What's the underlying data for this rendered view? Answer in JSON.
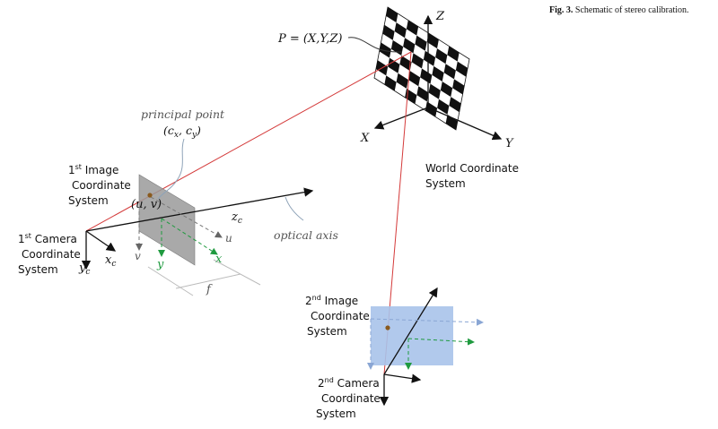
{
  "caption": {
    "prefix": "Fig. 3.",
    "text": " Schematic of stereo calibration."
  },
  "world": {
    "point_label": "P = (X,Y,Z)",
    "axis_z": "Z",
    "axis_x": "X",
    "axis_y": "Y",
    "label_line1": "World Coordinate",
    "label_line2": "System"
  },
  "principal_point": {
    "line1": "principal point",
    "line2": "(c_x, c_y)",
    "sym": "(",
    "c": "c",
    "x": "x",
    "comma": ", ",
    "y": "y",
    "close": ")"
  },
  "image1": {
    "sup": "st",
    "line1_num": "1",
    "line1_rest": " Image",
    "line2": "Coordinate",
    "line3": "System",
    "uv": "(u, v)",
    "u": "u",
    "v": "v",
    "x": "x",
    "y": "y",
    "f": "f"
  },
  "camera1": {
    "num": "1",
    "sup": "st",
    "rest": " Camera",
    "line2": "Coordinate",
    "line3": "System",
    "xc": "x",
    "yc": "y",
    "zc": "z",
    "sub_c": "c"
  },
  "optical_axis": "optical axis",
  "image2": {
    "num": "2",
    "sup": "nd",
    "rest": " Image",
    "line2": "Coordinate",
    "line3": "System"
  },
  "camera2": {
    "num": "2",
    "sup": "nd",
    "rest": " Camera",
    "line2": "Coordinate",
    "line3": "System"
  },
  "colors": {
    "ray": "#d43a3a",
    "green": "#1f9a3f",
    "plane1": "#9a9a9a",
    "plane2": "#a9c3ea",
    "dot": "#8a5a1e"
  }
}
